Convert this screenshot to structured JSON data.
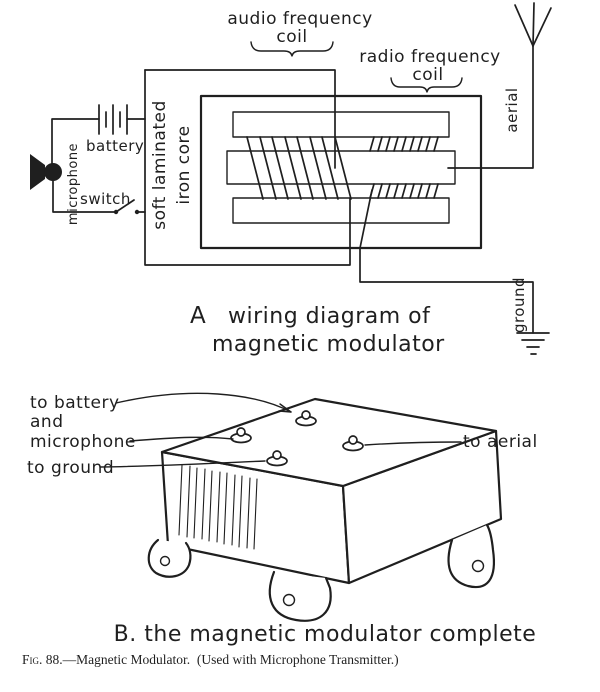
{
  "ink_color": "#1f1f1f",
  "paper_color": "#ffffff",
  "part_a": {
    "audio_coil_label": {
      "line1": "audio frequency",
      "line2": "coil"
    },
    "radio_coil_label": {
      "line1": "radio frequency",
      "line2": "coil"
    },
    "battery_label": "battery",
    "microphone_label": "microphone",
    "switch_label": "switch",
    "core_label": {
      "line1": "soft laminated",
      "line2": "iron core"
    },
    "aerial_label": "aerial",
    "ground_label": "ground",
    "caption": {
      "letter": "A",
      "line1": "wiring diagram of",
      "line2": "magnetic modulator"
    }
  },
  "part_b": {
    "to_battery_label": {
      "line1": "to battery",
      "line2": "and",
      "line3": "microphone"
    },
    "to_ground_label": "to ground",
    "to_aerial_label": "to aerial",
    "caption": "B. the magnetic modulator complete"
  },
  "figure_caption": {
    "prefix": "Fig. 88.",
    "rest": "—Magnetic Modulator.  (Used with Microphone Transmitter.)"
  }
}
